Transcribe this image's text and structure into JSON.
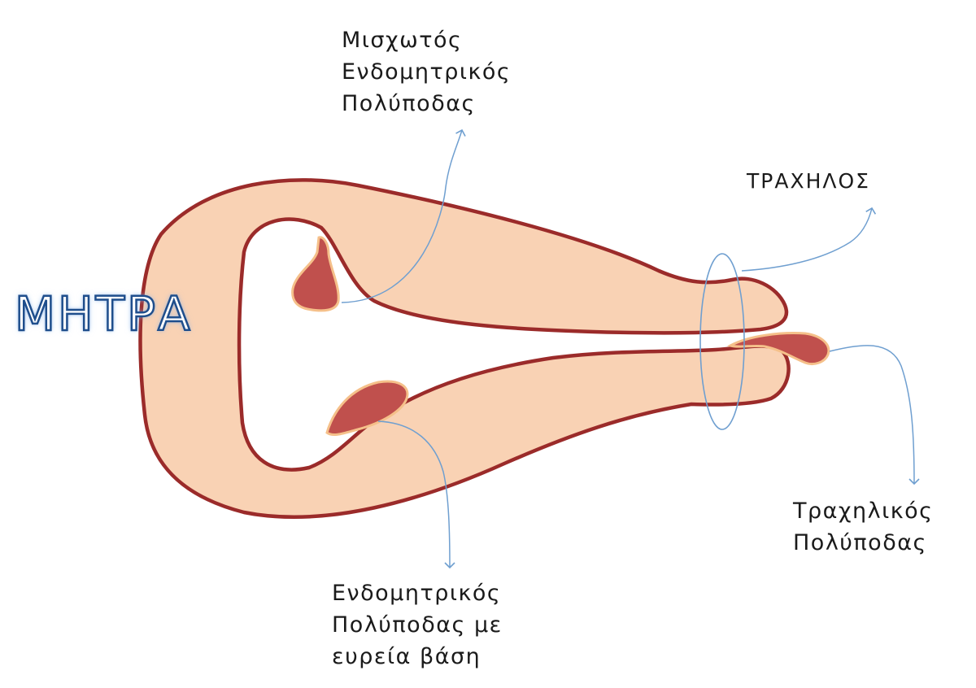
{
  "diagram": {
    "uterus_label": "ΜΗΤΡΑ",
    "cervix_label": "ΤΡΑΧΗΛΟΣ",
    "pedunculated_polyp_label": [
      "Μισχωτός",
      "Ενδομητρικός",
      "Πολύποδας"
    ],
    "sessile_polyp_label": [
      "Ενδομητρικός",
      "Πολύποδας με",
      "ευρεία βάση"
    ],
    "cervical_polyp_label": [
      "Τραχηλικός",
      "Πολύποδας"
    ]
  },
  "colors": {
    "uterus_fill": "#f9d2b4",
    "uterus_outline": "#9b2b2a",
    "polyp_fill": "#c0504d",
    "polyp_outline": "#f5c08a",
    "leader_line": "#6f9fd0",
    "cervix_ring": "#6f9fd0",
    "title_outline": "#1f4e8c"
  }
}
